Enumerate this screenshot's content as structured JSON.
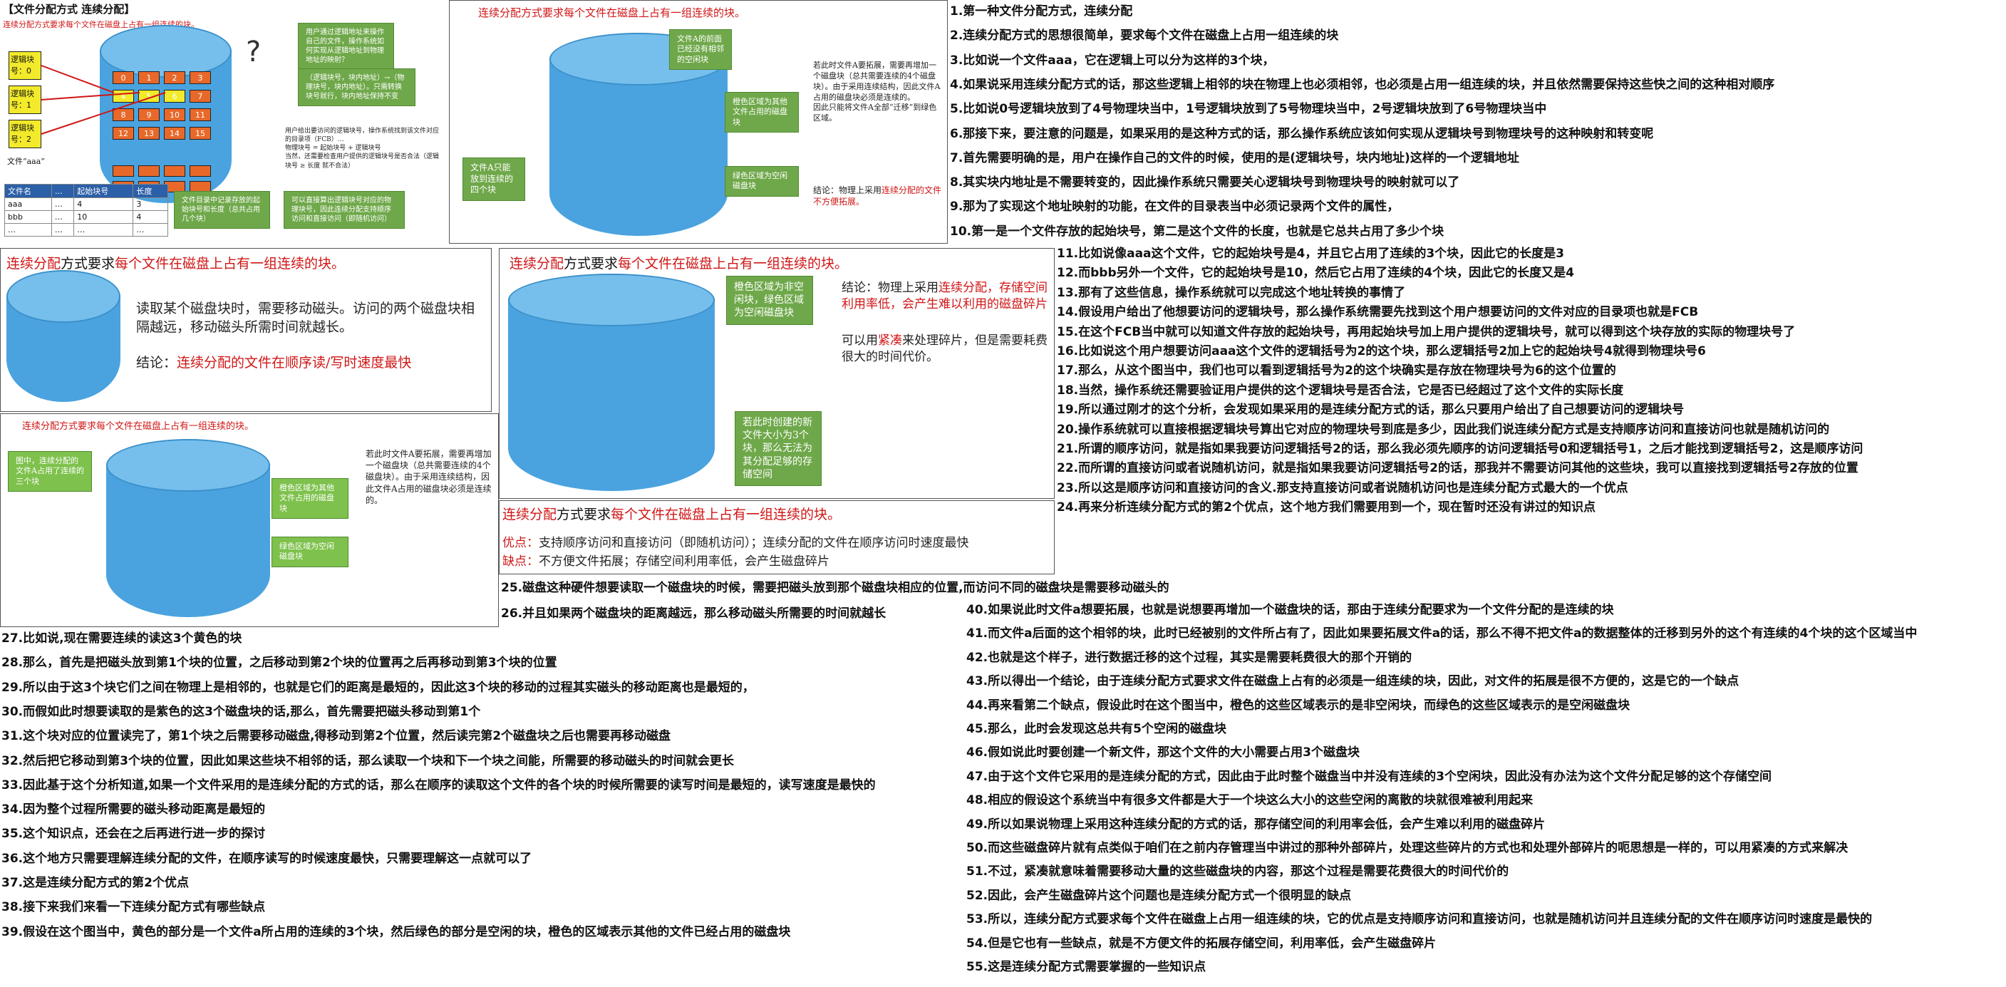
{
  "header": {
    "title": "【文件分配方式 连续分配】"
  },
  "panel_a": {
    "subtitle": "连续分配方式要求每个文件在磁盘上占有一组连续的块。",
    "logical_blocks": [
      "逻辑块号：0",
      "逻辑块号：1",
      "逻辑块号：2"
    ],
    "file_label": "文件“aaa”",
    "disk_nums": [
      "0",
      "1",
      "2",
      "3",
      "4",
      "5",
      "6",
      "7",
      "8",
      "9",
      "10",
      "11",
      "12",
      "13",
      "14",
      "15"
    ],
    "bubble_top": "用户通过逻辑地址来操作自己的文件，操作系统如何实现从逻辑地址到物理地址的映射？",
    "bubble_mid": "（逻辑块号，块内地址）→（物理块号，块内地址）。只需转换块号就行，块内地址保持不变",
    "note_mid": "用户给出要访问的逻辑块号，操作系统找到该文件对应的目录项（FCB）…\n物理块号 = 起始块号 + 逻辑块号\n当然，还需要检查用户提供的逻辑块号是否合法（逻辑块号 ≥ 长度 就不合法）",
    "dir_headers": [
      "文件名",
      "…",
      "起始块号",
      "长度"
    ],
    "dir_rows": [
      [
        "aaa",
        "…",
        "4",
        "3"
      ],
      [
        "bbb",
        "…",
        "10",
        "4"
      ],
      [
        "…",
        "…",
        "…",
        "…"
      ]
    ],
    "bubble_bottom_left": "文件目录中记录存放的起始块号和长度（总共占用几个块）",
    "bubble_bottom_right": "可以直接算出逻辑块号对应的物理块号，因此连续分配支持顺序访问和直接访问（即随机访问）"
  },
  "panel_b": {
    "subtitle_pre": "连续分配方式要求",
    "subtitle_red": "每个文件在磁盘上占有一组连续的块",
    "subtitle_post": "。",
    "bubble1": "文件A的前面已经没有相邻的空闲块",
    "bubble2": "橙色区域为其他文件占用的磁盘块",
    "bubble3": "文件A只能放到连续的四个块",
    "bubble4": "绿色区域为空闲磁盘块",
    "note": "若此时文件A要拓展，需要再增加一个磁盘块（总共需要连续的4个磁盘块）。由于采用连续结构，因此文件A占用的磁盘块必须是连续的。\n因此只能将文件A全部“迁移”到绿色区域。",
    "conclusion_pre": "结论：物理上采用",
    "conclusion_red": "连续分配的文件不方便拓展。"
  },
  "panel_c": {
    "title_pre": "连续分配",
    "title_mid": "方式要求",
    "title_red": "每个文件在磁盘上占有一组连续的块。",
    "text": "读取某个磁盘块时，需要移动磁头。访问的两个磁盘块相隔越远，移动磁头所需时间就越长。",
    "conclusion_pre": "结论：",
    "conclusion_red": "连续分配的文件在顺序读/写时速度最快"
  },
  "panel_d": {
    "title_pre": "连续分配",
    "title_mid": "方式要求",
    "title_red": "每个文件在磁盘上占有一组连续的块。",
    "bubble1": "橙色区域为非空闲块，绿色区域为空闲磁盘块",
    "bubble2": "若此时创建的新文件大小为3个块，那么无法为其分配足够的存储空间",
    "conclusion_pre": "结论：物理上采用",
    "conclusion_red": "连续分配，存储空间利用率低，会产生难以利用的磁盘碎片",
    "tail_pre": "可以用",
    "tail_red": "紧凑",
    "tail_post": "来处理碎片，但是需要耗费很大的时间代价。"
  },
  "panel_e": {
    "subtitle": "连续分配方式要求每个文件在磁盘上占有一组连续的块。",
    "bubble1": "图中，连续分配的文件A占用了连续的三个块",
    "bubble2": "橙色区域为其他文件占用的磁盘块",
    "bubble3": "绿色区域为空闲磁盘块",
    "note": "若此时文件A要拓展，需要再增加一个磁盘块（总共需要连续的4个磁盘块）。由于采用连续结构，因此文件A占用的磁盘块必须是连续的。"
  },
  "panel_f": {
    "title_pre": "连续分配",
    "title_mid": "方式要求",
    "title_red": "每个文件在磁盘上占有一组连续的块。",
    "adv_label": "优点：",
    "adv_text": "支持顺序访问和直接访问（即随机访问）；连续分配的文件在顺序访问时速度最快",
    "dis_label": "缺点：",
    "dis_text": "不方便文件拓展；存储空间利用率低，会产生磁盘碎片"
  },
  "steps_right_top": [
    "1.第一种文件分配方式，连续分配",
    "2.连续分配方式的思想很简单，要求每个文件在磁盘上占用一组连续的块",
    "3.比如说一个文件aaa，它在逻辑上可以分为这样的3个块，",
    "4.如果说采用连续分配方式的话，那这些逻辑上相邻的块在物理上也必须相邻，也必须是占用一组连续的块，并且依然需要保持这些快之间的这种相对顺序",
    "5.比如说0号逻辑块放到了4号物理块当中，1号逻辑块放到了5号物理块当中，2号逻辑块放到了6号物理块当中",
    "6.那接下来，要注意的问题是，如果采用的是这种方式的话，那么操作系统应该如何实现从逻辑块号到物理块号的这种映射和转变呢",
    "7.首先需要明确的是，用户在操作自己的文件的时候，使用的是(逻辑块号，块内地址)这样的一个逻辑地址",
    "8.其实块内地址是不需要转变的，因此操作系统只需要关心逻辑块号到物理块号的映射就可以了",
    "9.那为了实现这个地址映射的功能，在文件的目录表当中必须记录两个文件的属性，",
    "10.第一是一个文件存放的起始块号，第二是这个文件的长度，也就是它总共占用了多少个块"
  ],
  "steps_right_mid": [
    "11.比如说像aaa这个文件，它的起始块号是4，并且它占用了连续的3个块，因此它的长度是3",
    "12.而bbb另外一个文件，它的起始块号是10，然后它占用了连续的4个块，因此它的长度又是4",
    "13.那有了这些信息，操作系统就可以完成这个地址转换的事情了",
    "14.假设用户给出了他想要访问的逻辑块号，那么操作系统需要先找到这个用户想要访问的文件对应的目录项也就是FCB",
    "15.在这个FCB当中就可以知道文件存放的起始块号，再用起始块号加上用户提供的逻辑块号，就可以得到这个块存放的实际的物理块号了",
    "16.比如说这个用户想要访问aaa这个文件的逻辑括号为2的这个块，那么逻辑括号2加上它的起始块号4就得到物理块号6",
    "17.那么，从这个图当中，我们也可以看到逻辑括号为2的这个块确实是存放在物理块号为6的这个位置的",
    "18.当然，操作系统还需要验证用户提供的这个逻辑块号是否合法，它是否已经超过了这个文件的实际长度",
    "19.所以通过刚才的这个分析，会发现如果采用的是连续分配方式的话，那么只要用户给出了自己想要访问的逻辑块号",
    "20.操作系统就可以直接根据逻辑块号算出它对应的物理块号到底是多少，因此我们说连续分配方式是支持顺序访问和直接访问也就是随机访问的",
    "21.所谓的顺序访问，就是指如果我要访问逻辑括号2的话，那么我必须先顺序的访问逻辑括号0和逻辑括号1，之后才能找到逻辑括号2，这是顺序访问",
    "22.而所谓的直接访问或者说随机访问，就是指如果我要访问逻辑括号2的话，那我并不需要访问其他的这些块，我可以直接找到逻辑括号2存放的位置",
    "23.所以这是顺序访问和直接访问的含义.那支持直接访问或者说随机访问也是连续分配方式最大的一个优点",
    "24.再来分析连续分配方式的第2个优点，这个地方我们需要用到一个，现在暂时还没有讲过的知识点"
  ],
  "steps_center": [
    "25.磁盘这种硬件想要读取一个磁盘块的时候，需要把磁头放到那个磁盘块相应的位置,而访问不同的磁盘块是需要移动磁头的",
    "26.并且如果两个磁盘块的距离越远，那么移动磁头所需要的时间就越长"
  ],
  "steps_left": [
    "27.比如说,现在需要连续的读这3个黄色的块",
    "28.那么，首先是把磁头放到第1个块的位置，之后移动到第2个块的位置再之后再移动到第3个块的位置",
    "29.所以由于这3个块它们之间在物理上是相邻的，也就是它们的距离是最短的，因此这3个块的移动的过程其实磁头的移动距离也是最短的，",
    "30.而假如此时想要读取的是紫色的这3个磁盘块的话,那么，首先需要把磁头移动到第1个",
    "31.这个块对应的位置读完了，第1个块之后需要移动磁盘,得移动到第2个位置，然后读完第2个磁盘块之后也需要再移动磁盘",
    "32.然后把它移动到第3个块的位置，因此如果这些块不相邻的话，那么读取一个块和下一个块之间能，所需要的移动磁头的时间就会更长",
    "33.因此基于这个分析知道,如果一个文件采用的是连续分配的方式的话，那么在顺序的读取这个文件的各个块的时候所需要的读写时间是最短的，读写速度是最快的",
    "34.因为整个过程所需要的磁头移动距离是最短的",
    "35.这个知识点，还会在之后再进行进一步的探讨",
    "36.这个地方只需要理解连续分配的文件，在顺序读写的时候速度最快，只需要理解这一点就可以了",
    "37.这是连续分配方式的第2个优点",
    "38.接下来我们来看一下连续分配方式有哪些缺点",
    "39.假设在这个图当中，黄色的部分是一个文件a所占用的连续的3个块，然后绿色的部分是空闲的块，橙色的区域表示其他的文件已经占用的磁盘块"
  ],
  "steps_right_bottom": [
    "40.如果说此时文件a想要拓展，也就是说想要再增加一个磁盘块的话，那由于连续分配要求为一个文件分配的是连续的块",
    "41.而文件a后面的这个相邻的块，此时已经被别的文件所占有了，因此如果要拓展文件a的话，那么不得不把文件a的数据整体的迁移到另外的这个有连续的4个块的这个区域当中",
    "42.也就是这个样子，进行数据迁移的这个过程，其实是需要耗费很大的那个开销的",
    "43.所以得出一个结论，由于连续分配方式要求文件在磁盘上占有的必须是一组连续的块，因此，对文件的拓展是很不方便的，这是它的一个缺点",
    "44.再来看第二个缺点，假设此时在这个图当中，橙色的这些区域表示的是非空闲块，而绿色的这些区域表示的是空闲磁盘块",
    "45.那么，此时会发现这总共有5个空闲的磁盘块",
    "46.假如说此时要创建一个新文件，那这个文件的大小需要占用3个磁盘块",
    "47.由于这个文件它采用的是连续分配的方式，因此由于此时整个磁盘当中并没有连续的3个空闲块，因此没有办法为这个文件分配足够的这个存储空间",
    "48.相应的假设这个系统当中有很多文件都是大于一个块这么大小的这些空闲的离散的块就很难被利用起来",
    "49.所以如果说物理上采用这种连续分配的方式的话，那存储空间的利用率会低，会产生难以利用的磁盘碎片",
    "50.而这些磁盘碎片就有点类似于咱们在之前内存管理当中讲过的那种外部碎片，处理这些碎片的方式也和处理外部碎片的呃思想是一样的，可以用紧凑的方式来解决",
    "51.不过，紧凑就意味着需要移动大量的这些磁盘块的内容，那这个过程是需要花费很大的时间代价的",
    "52.因此，会产生磁盘碎片这个问题也是连续分配方式一个很明显的缺点",
    "53.所以，连续分配方式要求每个文件在磁盘上占用一组连续的块，它的优点是支持顺序访问和直接访问，也就是随机访问并且连续分配的文件在顺序访问时速度是最快的",
    "54.但是它也有一些缺点，就是不方便文件的拓展存储空间，利用率低，会产生磁盘碎片",
    "55.这是连续分配方式需要掌握的一些知识点"
  ],
  "colors": {
    "accent_red": "#d01616",
    "disk_blue": "#4aa3df",
    "block_orange": "#e8682a",
    "block_yellow": "#f2ea2a",
    "block_green": "#5fb846",
    "block_purple": "#5a2a9a",
    "bubble_green": "#6fa84a"
  }
}
